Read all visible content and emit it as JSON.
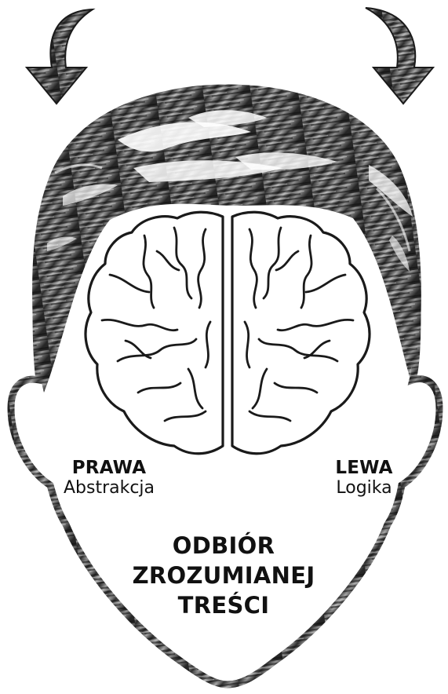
{
  "labels": {
    "right_hemisphere": {
      "title": "PRAWA",
      "subtitle": "Abstrakcja"
    },
    "left_hemisphere": {
      "title": "LEWA",
      "subtitle": "Logika"
    },
    "center": {
      "lines": [
        "ODBIÓR",
        "ZROZUMIANEJ",
        "TREŚCI"
      ]
    }
  },
  "colors": {
    "ink": "#111111",
    "paper": "#ffffff",
    "grunge_dark": "#2a2a2a",
    "grunge_mid": "#6e6e6e",
    "grunge_light": "#b9b9b9"
  },
  "icons": [
    "curved-arrow-down-left-icon",
    "curved-arrow-down-right-icon",
    "head-outline-icon",
    "brain-icon"
  ]
}
